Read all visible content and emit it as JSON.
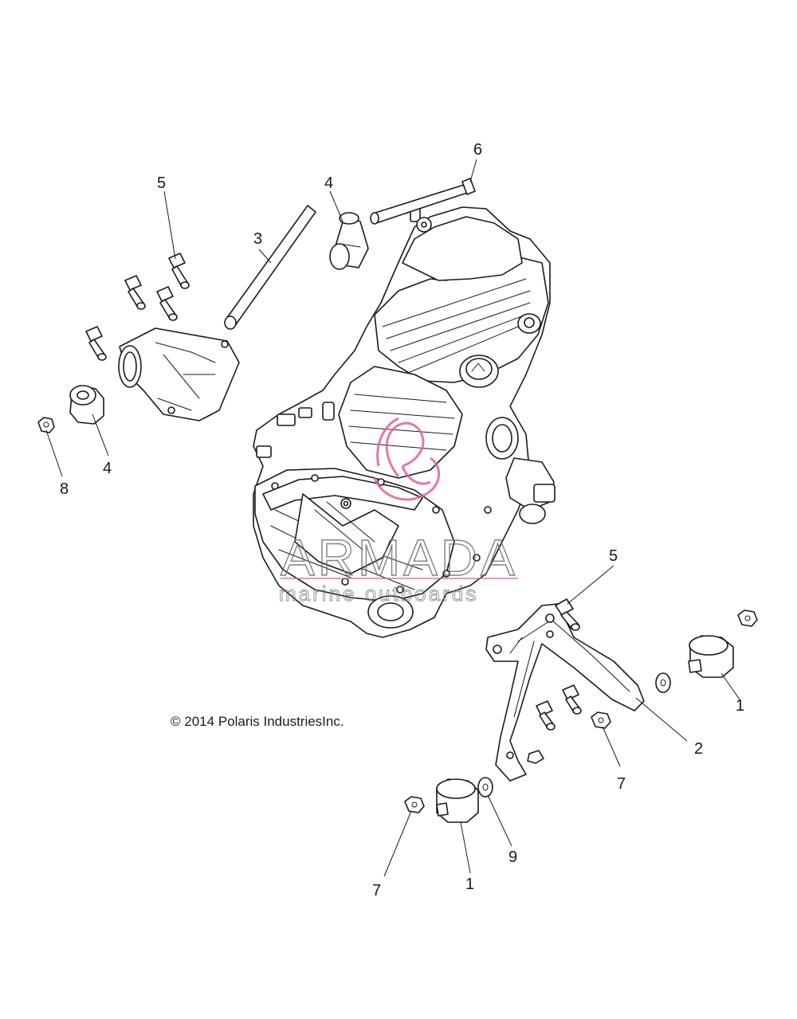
{
  "callouts": {
    "c1a": "1",
    "c1b": "1",
    "c2": "2",
    "c3": "3",
    "c4a": "4",
    "c4b": "4",
    "c5a": "5",
    "c5b": "5",
    "c6": "6",
    "c7a": "7",
    "c7b": "7",
    "c8": "8",
    "c9": "9"
  },
  "copyright": "© 2014 Polaris IndustriesInc.",
  "watermark": {
    "brand": "ARMADA",
    "tagline": "marine outboards",
    "accent_color": "#e0609a"
  }
}
